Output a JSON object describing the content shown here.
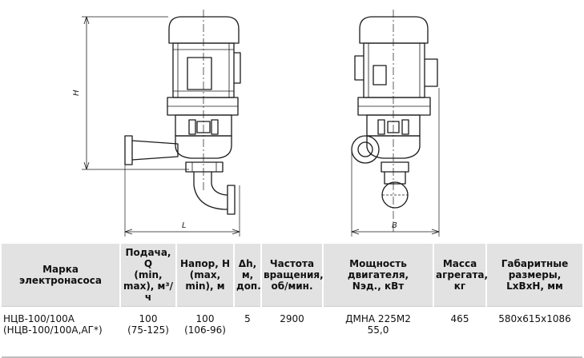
{
  "drawing": {
    "dim_height_label": "H",
    "dim_length_label": "L",
    "dim_width_label": "B"
  },
  "table": {
    "headers": [
      {
        "line1": "Марка",
        "line2": "электронасоса",
        "line3": "",
        "line4": ""
      },
      {
        "line1": "Подача, Q",
        "line2": "(min,",
        "line3": "max), м³/",
        "line4": "ч"
      },
      {
        "line1": "Напор, Н",
        "line2": "(max,",
        "line3": "min), м",
        "line4": ""
      },
      {
        "line1": "Δh,",
        "line2": "м,",
        "line3": "доп.",
        "line4": ""
      },
      {
        "line1": "Частота",
        "line2": "вращения,",
        "line3": "об/мин.",
        "line4": ""
      },
      {
        "line1": "Мощность",
        "line2": "двигателя,",
        "line3": "Nэд., кВт",
        "line4": ""
      },
      {
        "line1": "Масса",
        "line2": "агрегата,",
        "line3": "кг",
        "line4": ""
      },
      {
        "line1": "Габаритные",
        "line2": "размеры,",
        "line3": "LxBxH, мм",
        "line4": ""
      }
    ],
    "row": [
      {
        "line1": "НЦВ-100/100А",
        "line2": "(НЦВ-100/100А,АГ*)"
      },
      {
        "line1": "100",
        "line2": "(75-125)"
      },
      {
        "line1": "100",
        "line2": "(106-96)"
      },
      {
        "line1": "5",
        "line2": ""
      },
      {
        "line1": "2900",
        "line2": ""
      },
      {
        "line1": "ДМНА 225М2",
        "line2": "55,0"
      },
      {
        "line1": "465",
        "line2": ""
      },
      {
        "line1": "580x615x1086",
        "line2": ""
      }
    ]
  }
}
